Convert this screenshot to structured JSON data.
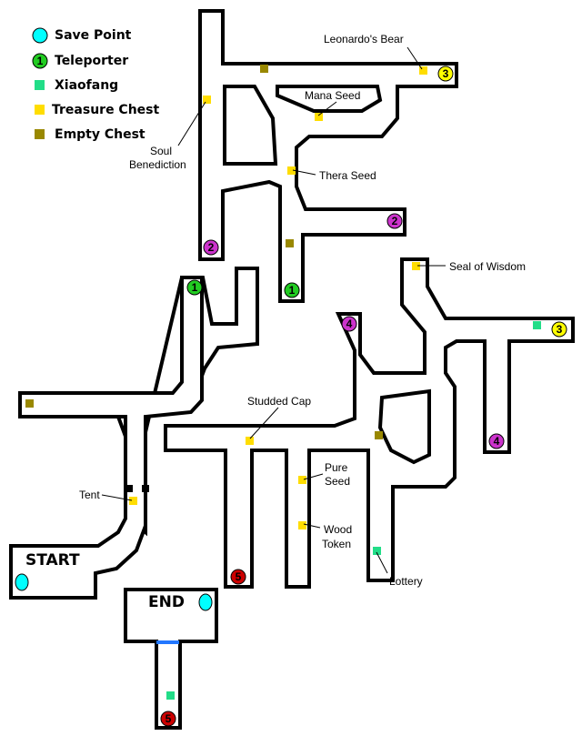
{
  "legend": {
    "save_point": "Save Point",
    "teleporter": "Teleporter",
    "teleporter_number": "1",
    "xiaofang": "Xiaofang",
    "treasure_chest": "Treasure Chest",
    "empty_chest": "Empty Chest"
  },
  "areas": {
    "start": "START",
    "end": "END"
  },
  "items": {
    "leonardos_bear": "Leonardo's Bear",
    "mana_seed": "Mana Seed",
    "soul_benediction_1": "Soul",
    "soul_benediction_2": "Benediction",
    "thera_seed": "Thera Seed",
    "seal_of_wisdom": "Seal of Wisdom",
    "studded_cap": "Studded Cap",
    "pure_seed_1": "Pure",
    "pure_seed_2": "Seed",
    "wood_token_1": "Wood",
    "wood_token_2": "Token",
    "tent": "Tent",
    "lottery": "Lottery"
  },
  "markers": {
    "t1": "1",
    "t2": "2",
    "t3": "3",
    "t4": "4",
    "t5": "5"
  },
  "colors": {
    "save_point": "#00ffff",
    "teleporter_1": "#22cc22",
    "teleporter_2": "#cc33cc",
    "teleporter_3": "#ffff00",
    "teleporter_4": "#cc33cc",
    "teleporter_5": "#cc0000",
    "xiaofang": "#22dd88",
    "treasure_chest": "#ffdd00",
    "empty_chest": "#998800",
    "door": "#2277ff"
  }
}
